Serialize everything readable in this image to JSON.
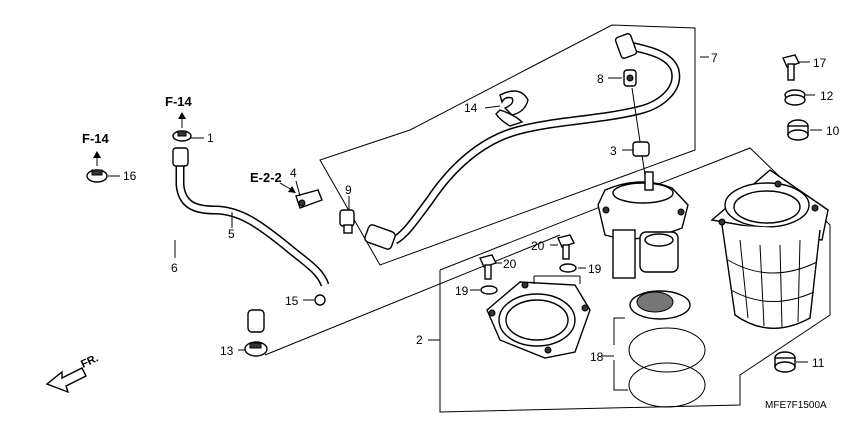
{
  "part_labels": [
    {
      "id": "1",
      "text": "1"
    },
    {
      "id": "2",
      "text": "2"
    },
    {
      "id": "3",
      "text": "3"
    },
    {
      "id": "4",
      "text": "4"
    },
    {
      "id": "5",
      "text": "5"
    },
    {
      "id": "6",
      "text": "6"
    },
    {
      "id": "7",
      "text": "7"
    },
    {
      "id": "8",
      "text": "8"
    },
    {
      "id": "9",
      "text": "9"
    },
    {
      "id": "10",
      "text": "10"
    },
    {
      "id": "11",
      "text": "11"
    },
    {
      "id": "12",
      "text": "12"
    },
    {
      "id": "13",
      "text": "13"
    },
    {
      "id": "14",
      "text": "14"
    },
    {
      "id": "15",
      "text": "15"
    },
    {
      "id": "16",
      "text": "16"
    },
    {
      "id": "17",
      "text": "17"
    },
    {
      "id": "18",
      "text": "18"
    },
    {
      "id": "19a",
      "text": "19"
    },
    {
      "id": "19b",
      "text": "19"
    },
    {
      "id": "20a",
      "text": "20"
    },
    {
      "id": "20b",
      "text": "20"
    }
  ],
  "references": {
    "f14_upper": "F-14",
    "f14_left": "F-14",
    "e22": "E-2-2"
  },
  "direction_label": "FR.",
  "diagram_code": "MFE7F1500A"
}
